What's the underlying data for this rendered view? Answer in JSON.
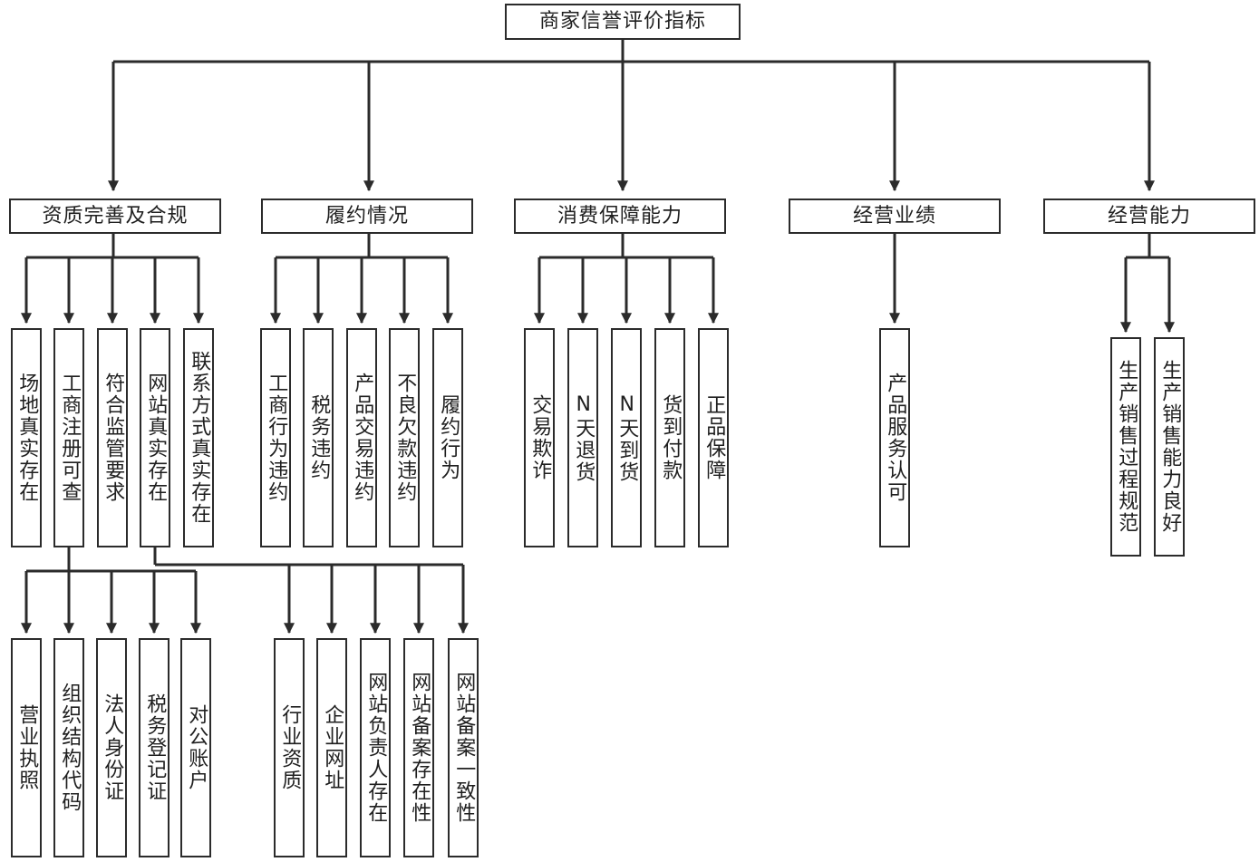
{
  "root": "商家信誉评价指标",
  "level1": [
    "资质完善及合规",
    "履约情况",
    "消费保障能力",
    "经营业绩",
    "经营能力"
  ],
  "qualification": [
    "场地真实存在",
    "工商注册可查",
    "符合监管要求",
    "网站真实存在",
    "联系方式真实存在"
  ],
  "fulfillment": [
    "工商行为违约",
    "税务违约",
    "产品交易违约",
    "不良欠款违约",
    "履约行为"
  ],
  "consumer_protection": [
    "交易欺诈",
    "N天退货",
    "N天到货",
    "货到付款",
    "正品保障"
  ],
  "performance": [
    "产品服务认可"
  ],
  "capability": [
    "生产销售过程规范",
    "生产销售能力良好"
  ],
  "registration_details": [
    "营业执照",
    "组织结构代码",
    "法人身份证",
    "税务登记证",
    "对公账户"
  ],
  "website_details": [
    "行业资质",
    "企业网址",
    "网站负责人存在",
    "网站备案存在性",
    "网站备案一致性"
  ]
}
